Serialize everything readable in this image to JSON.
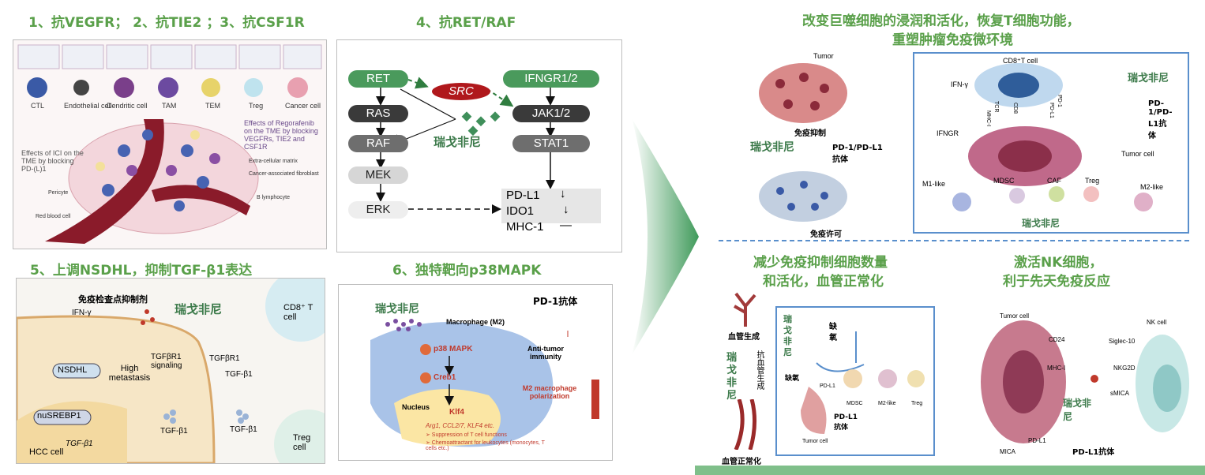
{
  "titles": {
    "t1": "1、抗VEGFR； 2、抗TIE2 ；3、抗CSF1R",
    "t4": "4、抗RET/RAF",
    "t5": "5、上调NSDHL，抑制TGF-β1表达",
    "t6": "6、独特靶向p38MAPK",
    "right_main_line1": "改变巨噬细胞的浸润和活化，恢复T细胞功能，",
    "right_main_line2": "重塑肿瘤免疫微环境",
    "right_bl_line1": "减少免疫抑制细胞数量",
    "right_bl_line2": "和活化，血管正常化",
    "right_br_line1": "激活NK细胞，",
    "right_br_line2": "利于先天免疫反应"
  },
  "panel1": {
    "cells": [
      "CTL",
      "Endothelial cell",
      "Dendritic cell",
      "TAM",
      "TEM",
      "Treg",
      "Cancer cell"
    ],
    "effects_regorafenib": "Effects of Regorafenib on the TME by blocking VEGFRs, TIE2 and CSF1R",
    "effects_ici": "Effects of ICI on the TME by blocking PD-(L)1",
    "labels": [
      "Extra-cellular matrix",
      "Cancer-associated fibroblast",
      "B lymphocyte",
      "Pericyte",
      "Red blood cell"
    ]
  },
  "panel4": {
    "nodes": {
      "ret": "RET",
      "ras": "RAS",
      "raf": "RAF",
      "mek": "MEK",
      "erk": "ERK",
      "src": "SRC",
      "ifngr": "IFNGR1/2",
      "jak": "JAK1/2",
      "stat": "STAT1"
    },
    "drug": "瑞戈非尼",
    "outputs": [
      "PD-L1",
      "IDO1",
      "MHC-1"
    ],
    "arrows": [
      "↓",
      "↓",
      "—"
    ]
  },
  "panel5": {
    "checkpoint": "免疫检查点抑制剂",
    "ifn": "IFN-γ",
    "drug": "瑞戈非尼",
    "nsdhl": "NSDHL",
    "high_meta": "High metastasis",
    "signaling": "TGFβR1 signaling",
    "tgfbr1": "TGFβR1",
    "tgfb1": "TGF-β1",
    "nusrebp1": "nuSREBP1",
    "tgf_italic": "TGF-β1",
    "hcc": "HCC cell",
    "cd8": "CD8⁺ T cell",
    "treg": "Treg cell"
  },
  "panel6": {
    "drug": "瑞戈非尼",
    "pd1": "PD-1抗体",
    "macrophage": "Macrophage (M2)",
    "p38": "p38 MAPK",
    "creb": "Creb1",
    "klf4": "Klf4",
    "nucleus": "Nucleus",
    "anti": "Anti-tumor immunity",
    "m2pol": "M2 macrophage polarization",
    "genes": "Arg1, CCL2/7, KLF4 etc.",
    "bullet1": "➢ Suppression of T cell functions",
    "bullet2": "➢ Chemoattractant for leukocytes (monocytes, T cells etc.)"
  },
  "right_top": {
    "tumor": "Tumor",
    "immune_suppress": "免疫抑制",
    "drug": "瑞戈非尼",
    "antibody": "PD-1/PD-L1 抗体",
    "immune_permit": "免疫许可",
    "cd8": "CD8⁺T cell",
    "ifn": "IFN-γ",
    "ifngr": "IFNGR",
    "drug2": "瑞戈非尼",
    "pdl1_ab": "PD-1/PD-L1抗体",
    "tumor_cell": "Tumor cell",
    "m1": "M1-like",
    "mdsc": "MDSC",
    "caf": "CAF",
    "treg": "Treg",
    "m2": "M2-like",
    "drug3": "瑞戈非尼",
    "receptors": [
      "MHC-I",
      "TCR",
      "CD8",
      "PD-L1",
      "PD-1"
    ]
  },
  "right_bl": {
    "angio": "血管生成",
    "drug": "瑞戈非尼",
    "anti_angio": "抗血管生成",
    "normal": "血管正常化",
    "drug_v": "瑞戈非尼",
    "hypoxia": "缺氧",
    "hypoxia2": "缺氧",
    "pdl1": "PD-L1",
    "tumor_cell": "Tumor cell",
    "antibody": "PD-L1抗体",
    "mdsc": "MDSC",
    "m2": "M2-like",
    "treg": "Treg"
  },
  "right_br": {
    "tumor_cell": "Tumor cell",
    "nk": "NK cell",
    "cd24": "CD24",
    "siglec": "Siglec-10",
    "mhc": "MHC-I",
    "nkg2d": "NKG2D",
    "smica": "sMICA",
    "drug": "瑞戈非尼",
    "pdl1": "PD-L1",
    "mica": "MICA",
    "antibody": "PD-L1抗体"
  }
}
